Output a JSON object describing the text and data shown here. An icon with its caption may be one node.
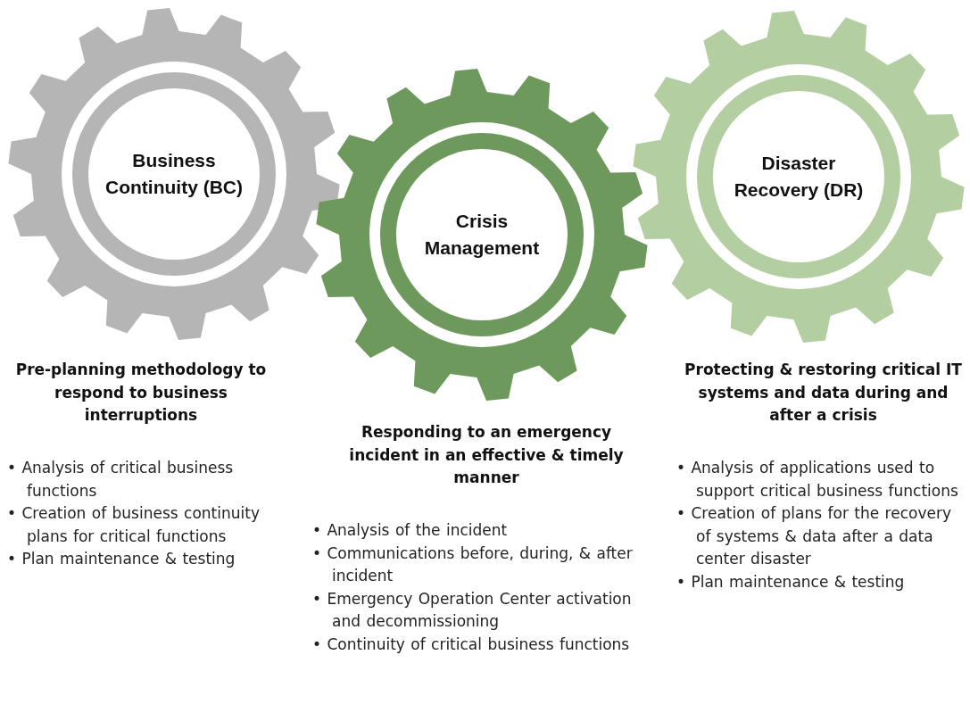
{
  "diagram": {
    "nodes": [
      {
        "text": [
          "Business Continuity (BC)"
        ],
        "beside": [
          "Pre-planning methodology to respond to business interruptions",
          "• Analysis of critical business functions",
          "• Creation of business continuity plans for critical functions",
          "• Plan maintenance & testing"
        ]
      },
      {
        "text": [
          "Crisis Management"
        ],
        "beside": [
          "Responding to an emergency incident in an effective & timely manner",
          "• Analysis of the incident",
          "• Communications before, during, & after incident",
          "• Emergency Operation Center activation and decommissioning",
          "• Continuity of critical business functions"
        ]
      },
      {
        "text": [
          "Disaster Recovery (DR)"
        ],
        "beside": [
          "Protecting & restoring critical IT systems and data during and after a crisis",
          "• Analysis of applications used to support critical business functions",
          "• Creation of plans for the recovery of systems & data after a data center disaster",
          "• Plan maintenance & testing"
        ]
      }
    ],
    "edges": []
  }
}
